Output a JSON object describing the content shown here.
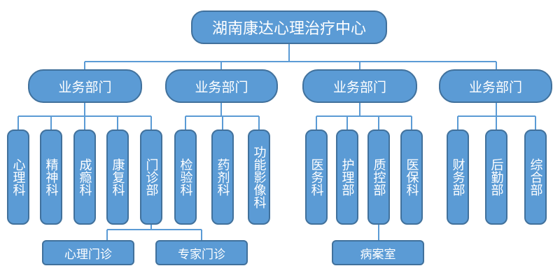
{
  "root": "湖南康达心理治疗中心",
  "groups": [
    {
      "label": "业务部门",
      "units": [
        "心理科",
        "精神科",
        "成瘾科",
        "康复科",
        "门诊部"
      ]
    },
    {
      "label": "业务部门",
      "units": [
        "检验科",
        "药剂科",
        "功能影像科"
      ]
    },
    {
      "label": "业务部门",
      "units": [
        "医务科",
        "护理部",
        "质控部",
        "医保科"
      ]
    },
    {
      "label": "业务部门",
      "units": [
        "财务部",
        "后勤部",
        "综合部"
      ]
    }
  ],
  "subunits": {
    "menzhen": [
      "心理门诊",
      "专家门诊"
    ],
    "zhikong": [
      "病案室"
    ]
  }
}
